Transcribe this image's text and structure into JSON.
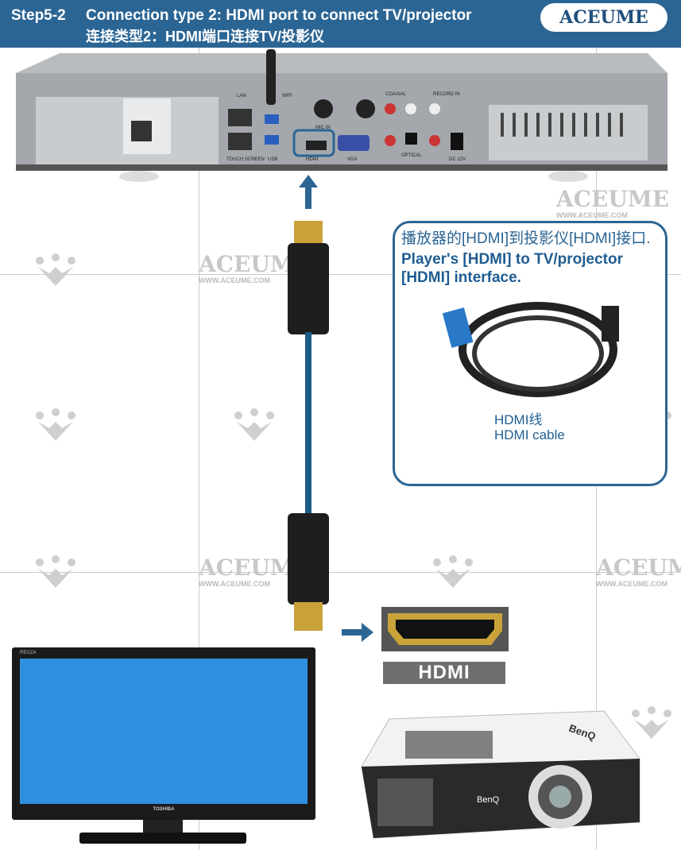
{
  "header": {
    "step": "Step5-2",
    "title_en": "Connection type 2: HDMI port to connect TV/projector",
    "title_cn": "连接类型2：HDMI端口连接TV/投影仪",
    "logo": "ACEUME"
  },
  "watermark": {
    "brand": "ACEUME",
    "url": "WWW.ACEUME.COM"
  },
  "device": {
    "ports": [
      "LAN",
      "WIFI",
      "MIC IN",
      "COAXIAL",
      "RECORD IN",
      "TOUCH SCREEN",
      "USB",
      "HDMI",
      "VGA",
      "OPTICAL",
      "DC 12V"
    ],
    "highlighted_port": "HDMI"
  },
  "callout": {
    "text_cn": "播放器的[HDMI]到投影仪[HDMI]接口.",
    "text_en": "Player's [HDMI] to TV/projector [HDMI] interface.",
    "caption_cn": "HDMI线",
    "caption_en": "HDMI cable"
  },
  "port_label": "HDMI",
  "tv": {
    "brand_top": "REGZA",
    "brand_bottom": "TOSHIBA",
    "screen_color": "#2f8fe0"
  },
  "projector": {
    "brand": "BenQ"
  },
  "colors": {
    "accent": "#2b6594",
    "arrow": "#2b6594"
  }
}
